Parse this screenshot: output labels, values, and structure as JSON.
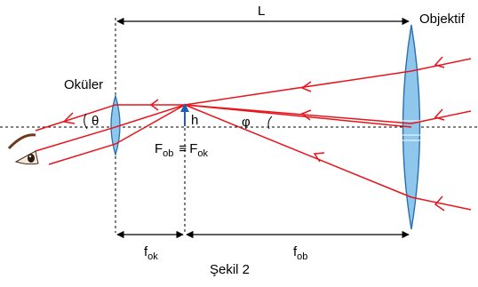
{
  "labels": {
    "L": "L",
    "objective": "Objektif",
    "ocular": "Okül",
    "ocular_suffix": "er",
    "theta": "θ",
    "phi": "φ",
    "h": "h",
    "focus_F1": "F",
    "focus_F1_sub": "ob",
    "focus_equiv": "≡",
    "focus_F2": "F",
    "focus_F2_sub": "ok",
    "f_ok": "f",
    "f_ok_sub": "ok",
    "f_ob": "f",
    "f_ob_sub": "ob",
    "caption": "Şekil 2"
  },
  "colors": {
    "ray": "#e8141b",
    "lens_fill": "#8ec6ec",
    "lens_stroke": "#2a6fb0",
    "arrow_image": "#1f5fb3"
  },
  "icons": {
    "eye": "eye-icon"
  }
}
